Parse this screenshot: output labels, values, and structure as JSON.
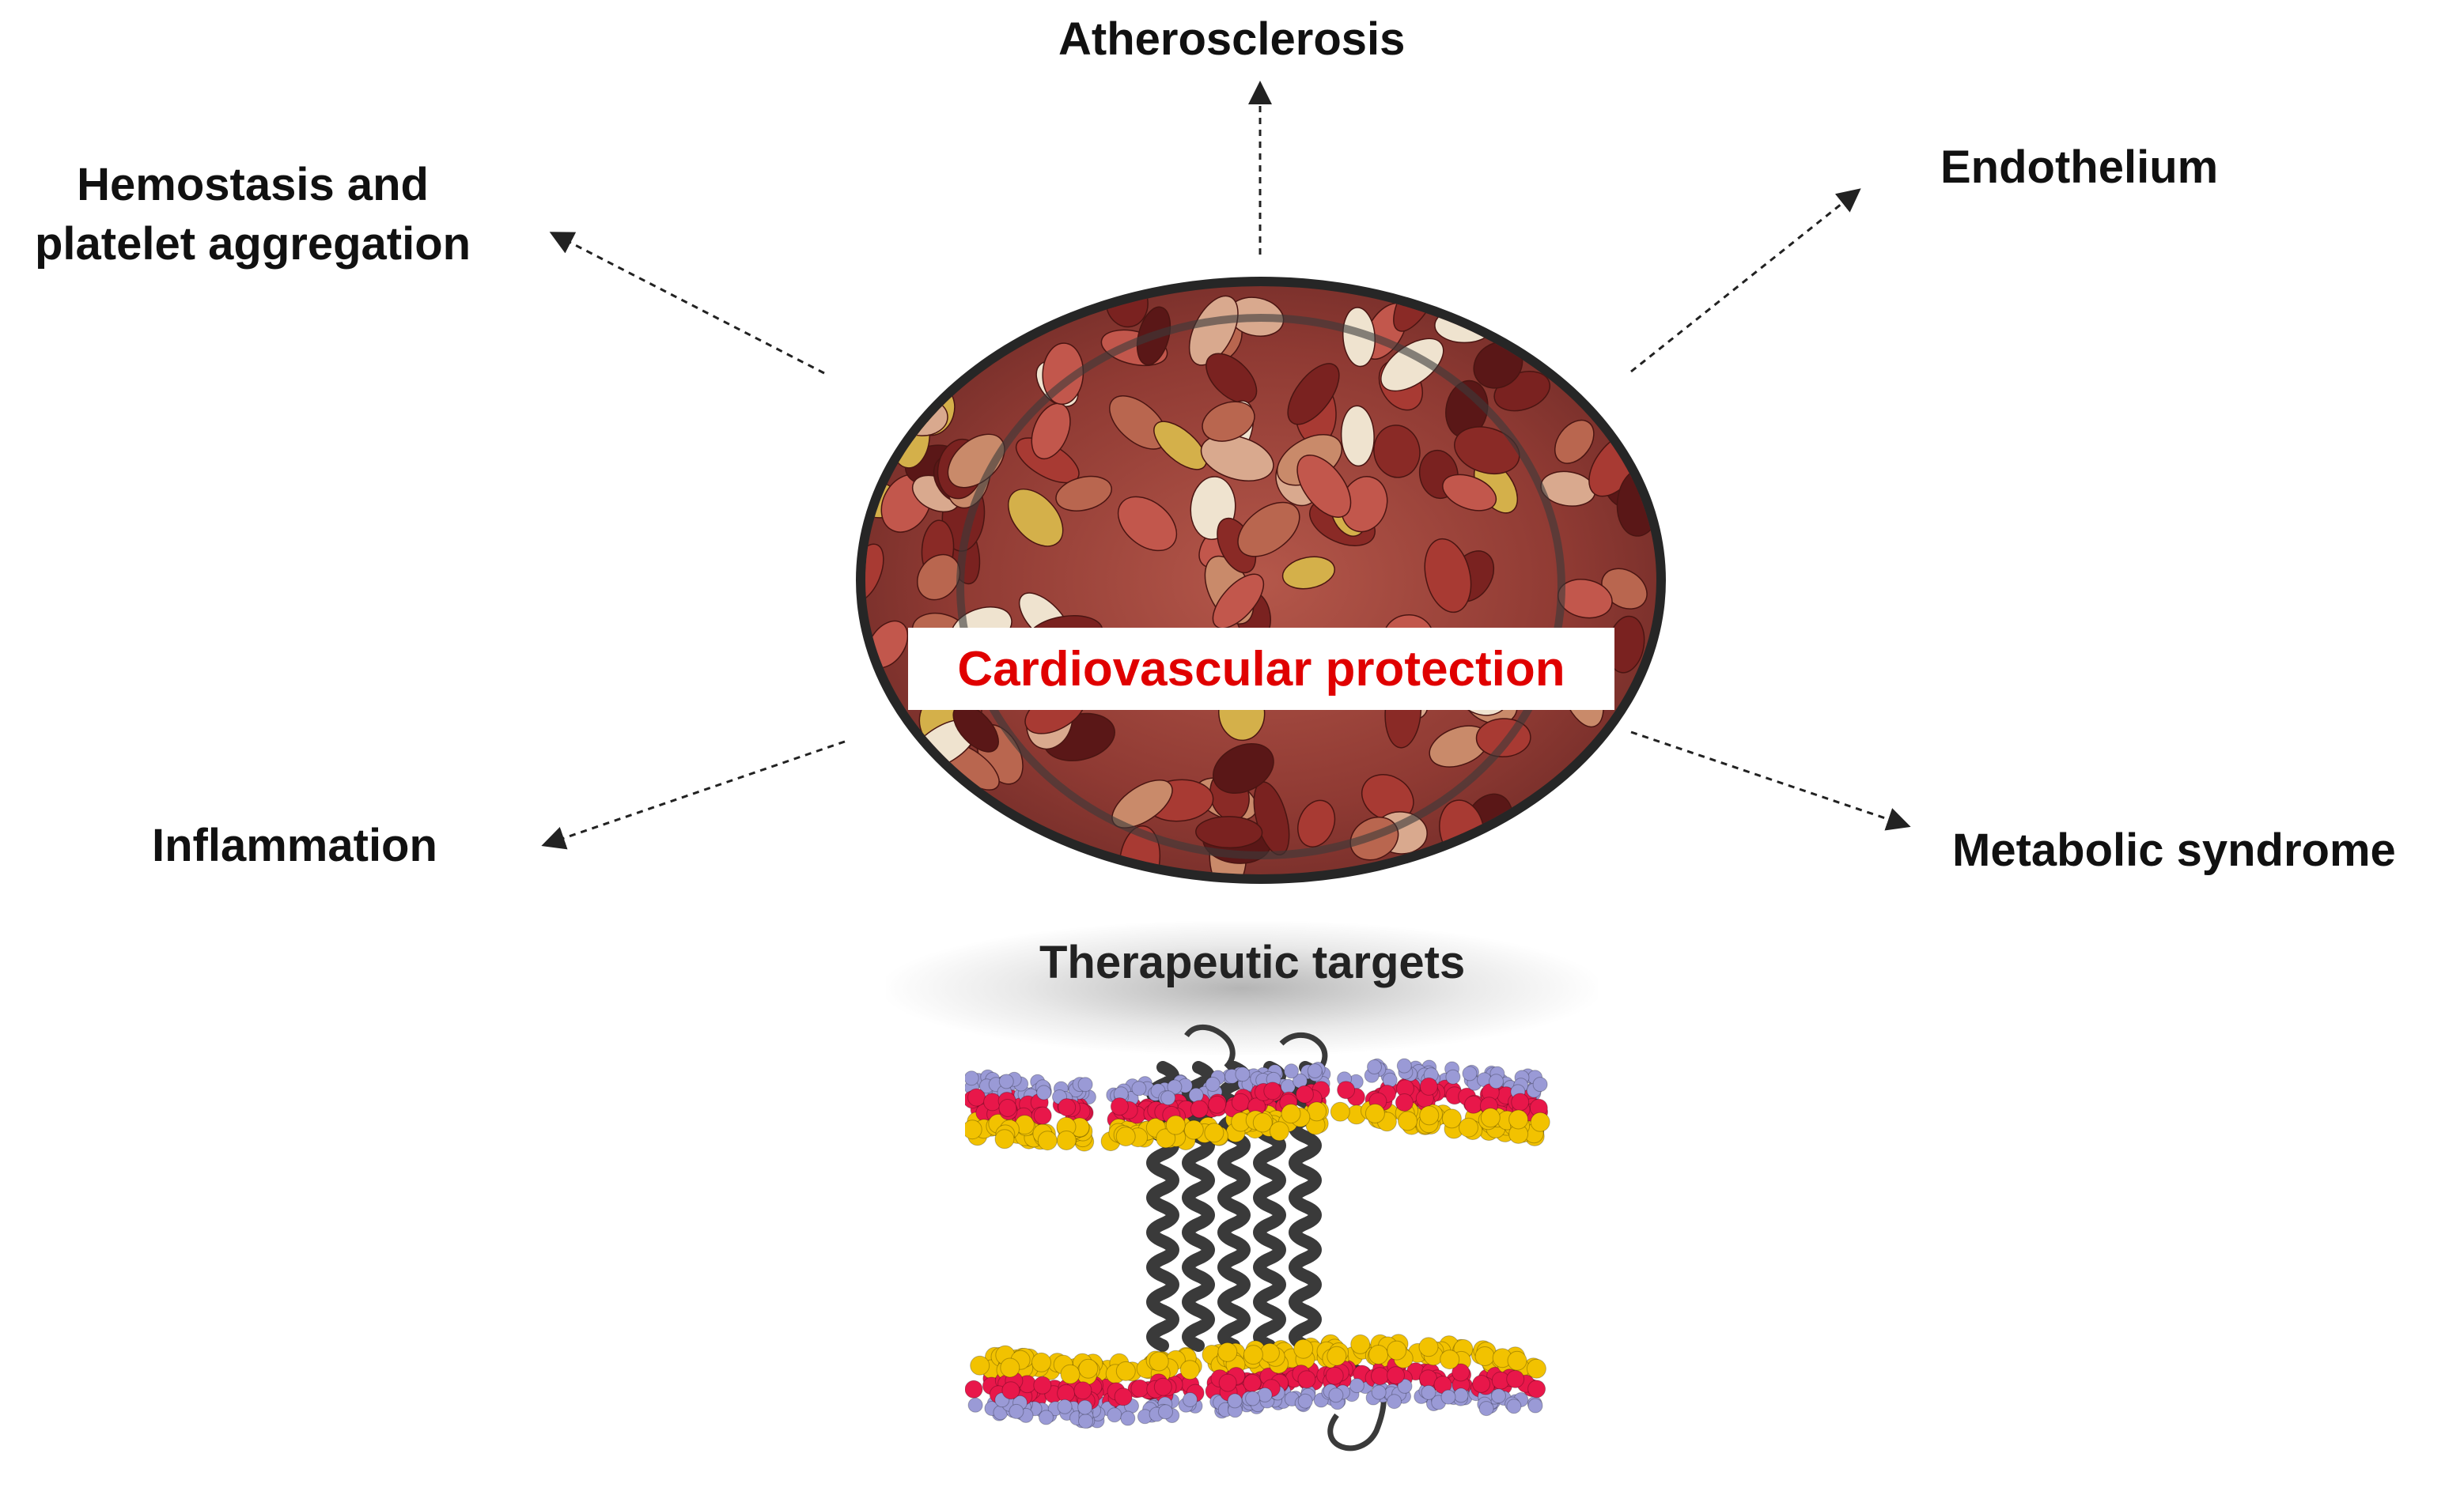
{
  "center": {
    "label": "Cardiovascular protection",
    "label_color": "#e00000"
  },
  "outcomes": {
    "atherosclerosis": "Atherosclerosis",
    "hemostasis_line1": "Hemostasis and",
    "hemostasis_line2": "platelet aggregation",
    "endothelium": "Endothelium",
    "inflammation": "Inflammation",
    "metabolic_syndrome": "Metabolic syndrome"
  },
  "targets": {
    "label": "Therapeutic targets"
  },
  "colors": {
    "text": "#111111",
    "arrow": "#222222",
    "oval_border": "#262626",
    "protein": "#3a3a3a",
    "lipid_head_yellow": "#f2c200",
    "lipid_head_red": "#e8174a",
    "lipid_head_blue": "#9a9ad6"
  },
  "icons": {
    "center_image": "beans-bowl-photo",
    "target_image": "membrane-protein-illustration"
  }
}
